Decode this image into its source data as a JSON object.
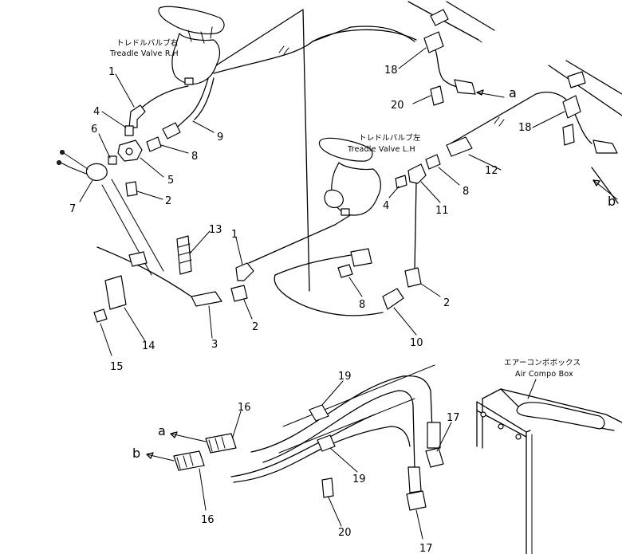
{
  "labels": {
    "treadle_rh_jp": "トレドルバルブ右",
    "treadle_rh_en": "Treadle Valve R.H",
    "treadle_lh_jp": "トレドルバルブ左",
    "treadle_lh_en": "Treadle Valve L.H",
    "air_compo_jp": "エアーコンポボックス",
    "air_compo_en": "Air Compo Box"
  },
  "letters": {
    "a": "a",
    "b": "b"
  },
  "callouts": {
    "c1_top": "1",
    "c4_top": "4",
    "c6": "6",
    "c7": "7",
    "c5": "5",
    "c2_left": "2",
    "c9": "9",
    "c8_left": "8",
    "c13": "13",
    "c1_mid": "1",
    "c2_mid": "2",
    "c3": "3",
    "c14": "14",
    "c15": "15",
    "c18_top": "18",
    "c20_top": "20",
    "c18_right": "18",
    "c12": "12",
    "c8_right": "8",
    "c11": "11",
    "c4_mid": "4",
    "c8_mid": "8",
    "c2_right": "2",
    "c10": "10",
    "c16_top": "16",
    "c16_bottom": "16",
    "c19_top": "19",
    "c19_bottom": "19",
    "c17_top": "17",
    "c17_bottom": "17",
    "c20_bottom": "20"
  }
}
